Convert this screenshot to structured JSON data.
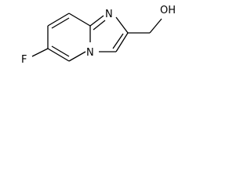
{
  "molecule": {
    "atoms": {
      "fluorine": "F",
      "ring_nitrogen": "N",
      "bridgehead_nitrogen": "N",
      "hydroxyl": "OH"
    }
  }
}
